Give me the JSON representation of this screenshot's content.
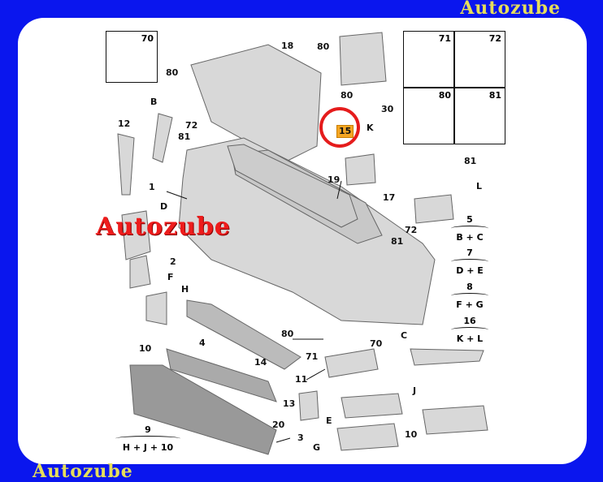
{
  "watermark": "Autozube",
  "callouts": {
    "c70a": "70",
    "c18": "18",
    "c80a": "80",
    "c80b": "80",
    "c30": "30",
    "cB": "B",
    "c80c": "80",
    "c15": "15",
    "cK": "K",
    "c72a": "72",
    "c81a": "81",
    "c12": "12",
    "c19": "19",
    "c81b": "81",
    "c17": "17",
    "cL": "L",
    "c1": "1",
    "cD": "D",
    "c72b": "72",
    "c81c": "81",
    "c2": "2",
    "cF": "F",
    "cH": "H",
    "c80d": "80",
    "c71": "71",
    "c70b": "70",
    "cC": "C",
    "c4": "4",
    "c14": "14",
    "c10a": "10",
    "c11": "11",
    "cJ": "J",
    "c13": "13",
    "c20": "20",
    "cE": "E",
    "c3": "3",
    "cG": "G",
    "c10b": "10"
  },
  "fastener_boxes": {
    "b71": "71",
    "b72": "72",
    "b80": "80",
    "b81": "81"
  },
  "groups": [
    {
      "num": "5",
      "parts": "B + C"
    },
    {
      "num": "7",
      "parts": "D + E"
    },
    {
      "num": "8",
      "parts": "F + G"
    },
    {
      "num": "16",
      "parts": "K + L"
    },
    {
      "num": "9",
      "parts": "H + J + 10"
    }
  ],
  "colors": {
    "border": "#0a16ee",
    "highlight": "#f5a623",
    "ring": "#e51c1c",
    "watermark_red": "#ee1c1c",
    "watermark_yellow": "#e6de5a"
  }
}
